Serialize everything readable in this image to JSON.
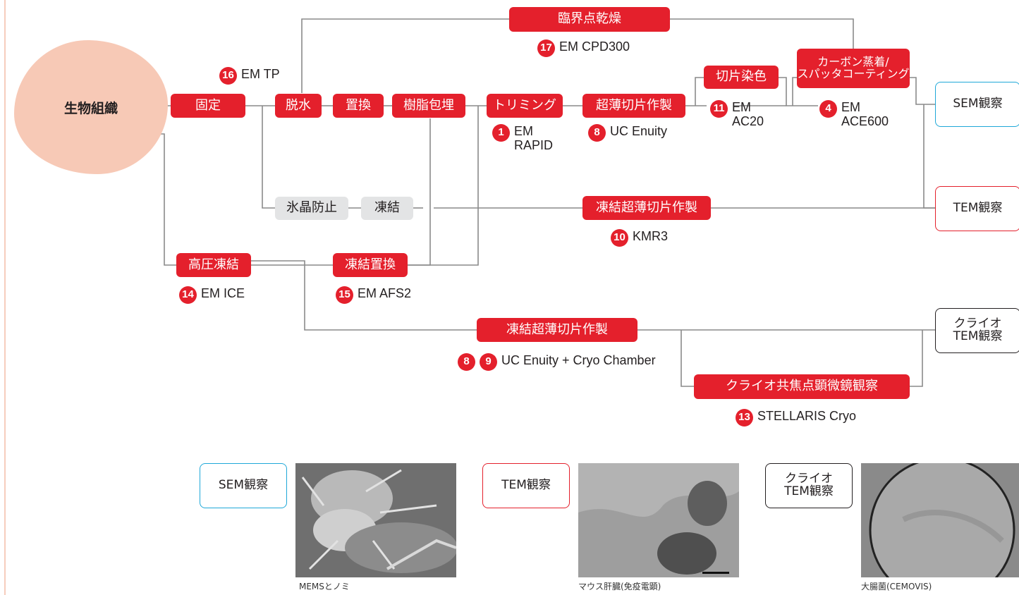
{
  "start": "生物組織",
  "process": {
    "cpd": "臨界点乾燥",
    "fix": "固定",
    "dehydrate": "脱水",
    "substitute": "置換",
    "embed": "樹脂包埋",
    "trim": "トリミング",
    "ultrathin": "超薄切片作製",
    "stain": "切片染色",
    "coat": "カーボン蒸着/\nスパッタコーティング",
    "antifreeze": "氷晶防止",
    "freeze": "凍結",
    "cryo_section": "凍結超薄切片作製",
    "hpf": "高圧凍結",
    "freeze_sub": "凍結置換",
    "cryo_section2": "凍結超薄切片作製",
    "confocal": "クライオ共焦点顕微鏡観察"
  },
  "outputs": {
    "sem": "SEM観察",
    "tem": "TEM観察",
    "cryo": "クライオ\nTEM観察"
  },
  "instruments": [
    {
      "nums": [
        "17"
      ],
      "name": "EM CPD300"
    },
    {
      "nums": [
        "16"
      ],
      "name": "EM TP"
    },
    {
      "nums": [
        "1"
      ],
      "name": "EM\nRAPID"
    },
    {
      "nums": [
        "8"
      ],
      "name": "UC Enuity"
    },
    {
      "nums": [
        "11"
      ],
      "name": "EM\nAC20"
    },
    {
      "nums": [
        "4"
      ],
      "name": "EM\nACE600"
    },
    {
      "nums": [
        "10"
      ],
      "name": "KMR3"
    },
    {
      "nums": [
        "14"
      ],
      "name": "EM ICE"
    },
    {
      "nums": [
        "15"
      ],
      "name": "EM AFS2"
    },
    {
      "nums": [
        "8",
        "9"
      ],
      "name": "UC Enuity + Cryo Chamber"
    },
    {
      "nums": [
        "13"
      ],
      "name": "STELLARIS Cryo"
    }
  ],
  "gallery": [
    {
      "label": "SEM観察",
      "caption": "MEMSとノミ",
      "kind": "sem"
    },
    {
      "label": "TEM観察",
      "caption": "マウス肝臓(免疫電顕)",
      "kind": "tem"
    },
    {
      "label": "クライオ\nTEM観察",
      "caption": "大腸菌(CEMOVIS)",
      "kind": "cryo"
    }
  ],
  "colors": {
    "accent_red": "#e4202c",
    "sem_blue": "#1fa8d8",
    "gray_box": "#e3e4e5",
    "tissue_pink": "#f7c9b6",
    "connector": "#8a8a8a"
  }
}
